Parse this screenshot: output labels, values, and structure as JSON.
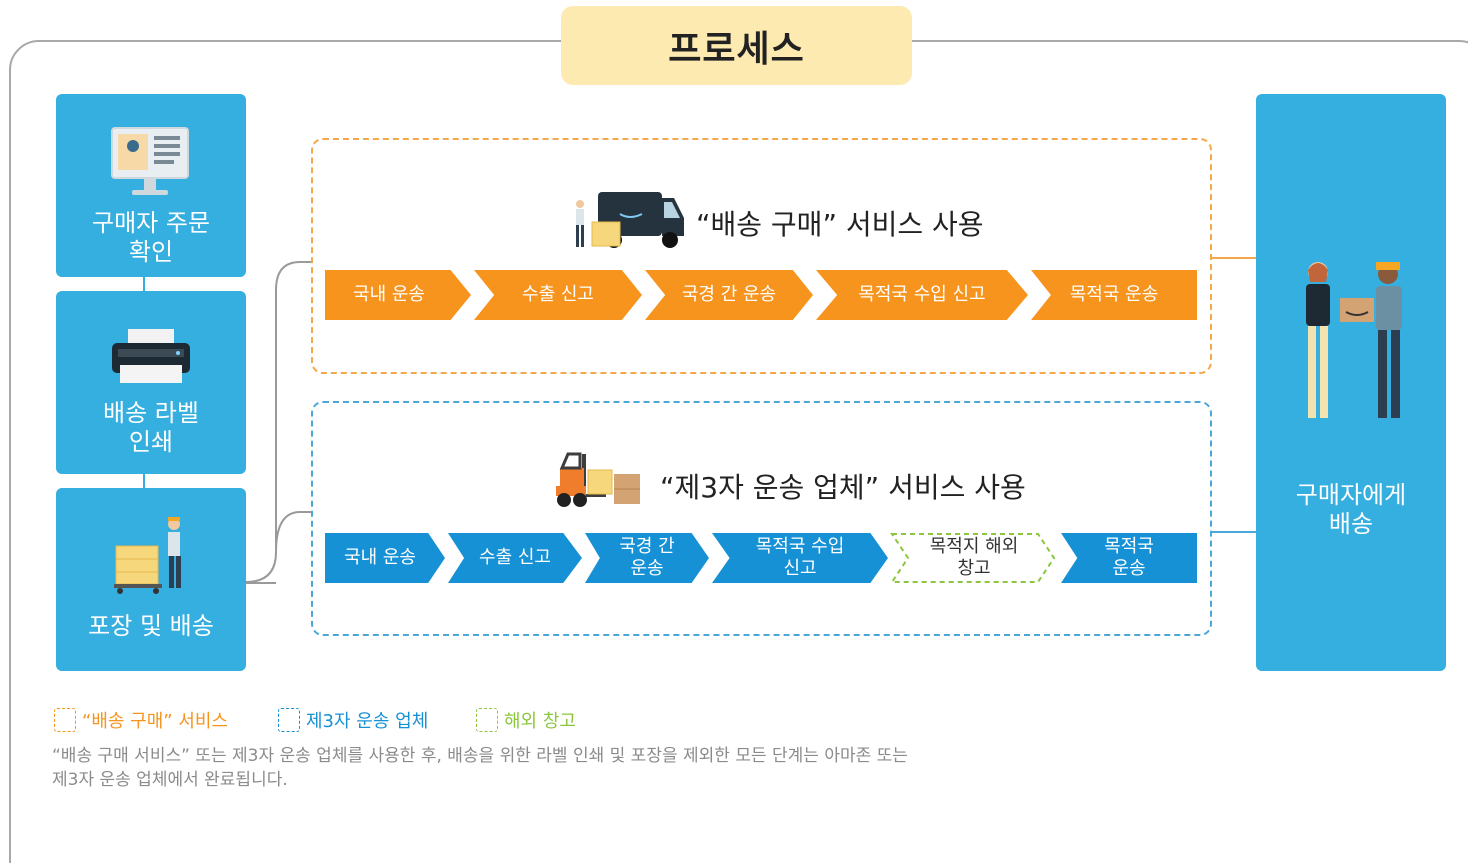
{
  "title": "프로세스",
  "left_steps": [
    {
      "label_line1": "구매자 주문",
      "label_line2": "확인",
      "icon": "monitor-icon"
    },
    {
      "label_line1": "배송 라벨",
      "label_line2": "인쇄",
      "icon": "printer-icon"
    },
    {
      "label_line1": "포장 및 배송",
      "label_line2": "",
      "icon": "worker-boxes-icon"
    }
  ],
  "orange_group": {
    "title": "“배송 구매” 서비스 사용",
    "icon": "delivery-van-icon",
    "steps": [
      "국내 운송",
      "수출 신고",
      "국경 간 운송",
      "목적국 수입 신고",
      "목적국 운송"
    ]
  },
  "blue_group": {
    "title": "“제3자 운송 업체” 서비스 사용",
    "icon": "forklift-icon",
    "steps": [
      {
        "line1": "국내 운송",
        "line2": ""
      },
      {
        "line1": "수출 신고",
        "line2": ""
      },
      {
        "line1": "국경 간",
        "line2": "운송"
      },
      {
        "line1": "목적국 수입",
        "line2": "신고"
      },
      {
        "line1": "목적지 해외",
        "line2": "창고"
      },
      {
        "line1": "목적국",
        "line2": "운송"
      }
    ]
  },
  "right_box": {
    "line1": "구매자에게",
    "line2": "배송",
    "icon": "package-handover-icon"
  },
  "legend": [
    {
      "label": "“배송 구매” 서비스",
      "color": "#f7941d"
    },
    {
      "label": "제3자 운송 업체",
      "color": "#1791d5"
    },
    {
      "label": "해외 창고",
      "color": "#8cc63f"
    }
  ],
  "note_line1": "“배송 구매 서비스” 또는 제3자 운송 업체를 사용한 후, 배송을 위한 라벨 인쇄 및 포장을 제외한 모든 단계는 아마존 또는",
  "note_line2": "제3자 운송 업체에서 완료됩니다."
}
